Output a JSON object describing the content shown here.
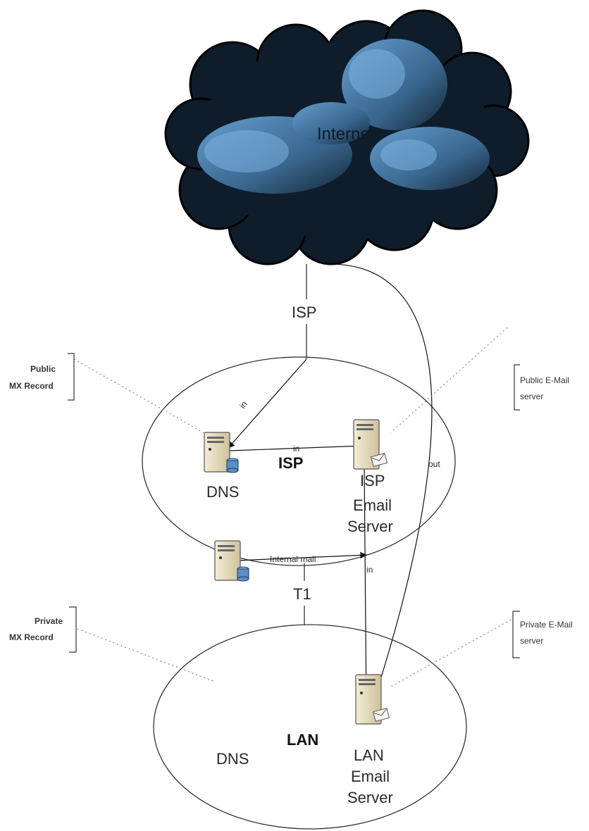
{
  "cloud": {
    "label": "Internet"
  },
  "links": {
    "isp_uplink": "ISP",
    "t1": "T1"
  },
  "isp_zone": {
    "label": "ISP",
    "dns_label": "DNS",
    "server_label": [
      "ISP",
      "Email",
      "Server"
    ],
    "arrow_label_dns": "in",
    "arrow_label_server": "in"
  },
  "lan_zone": {
    "label": "LAN",
    "dns_label": "DNS",
    "server_label": [
      "LAN",
      "Email",
      "Server"
    ],
    "arrow_label_internal": "Internal mail"
  },
  "flows": {
    "in_label": "in",
    "out_label": "out"
  },
  "callouts": {
    "public_mx": [
      "Public",
      "MX Record"
    ],
    "public_email": [
      "Public E-Mail",
      "server"
    ],
    "private_mx": [
      "Private",
      "MX Record"
    ],
    "private_email": [
      "Private E-Mail",
      "server"
    ]
  },
  "colors": {
    "cloud_dark": "#0f1c2a",
    "cloud_mid": "#3d6b93",
    "cloud_light": "#6aa0d0",
    "server_body": "#e9e0c4",
    "db": "#5a8fc8"
  }
}
